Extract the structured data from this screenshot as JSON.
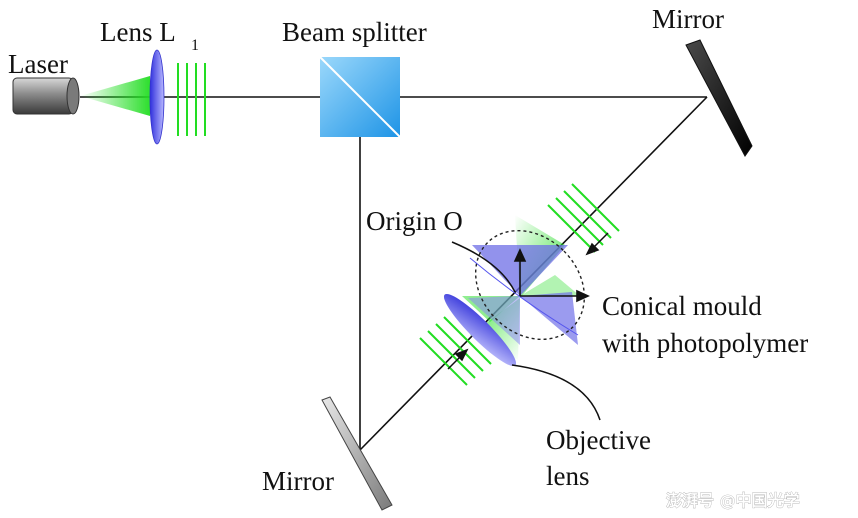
{
  "labels": {
    "laser": "Laser",
    "lens_l1": "Lens L",
    "lens_l1_sub": "1",
    "beam_splitter": "Beam splitter",
    "mirror_top": "Mirror",
    "mirror_bottom": "Mirror",
    "origin": "Origin O",
    "conical_mould_line1": "Conical mould",
    "conical_mould_line2": "with photopolymer",
    "objective_line1": "Objective",
    "objective_line2": "lens"
  },
  "watermark": "澎湃号 @中国光学",
  "colors": {
    "beam": "#111111",
    "green": "#22dd22",
    "lens_blue": "#5555ee",
    "splitter_blue": "#2aa3ee",
    "mirror_dark": "#1a1a1a"
  }
}
